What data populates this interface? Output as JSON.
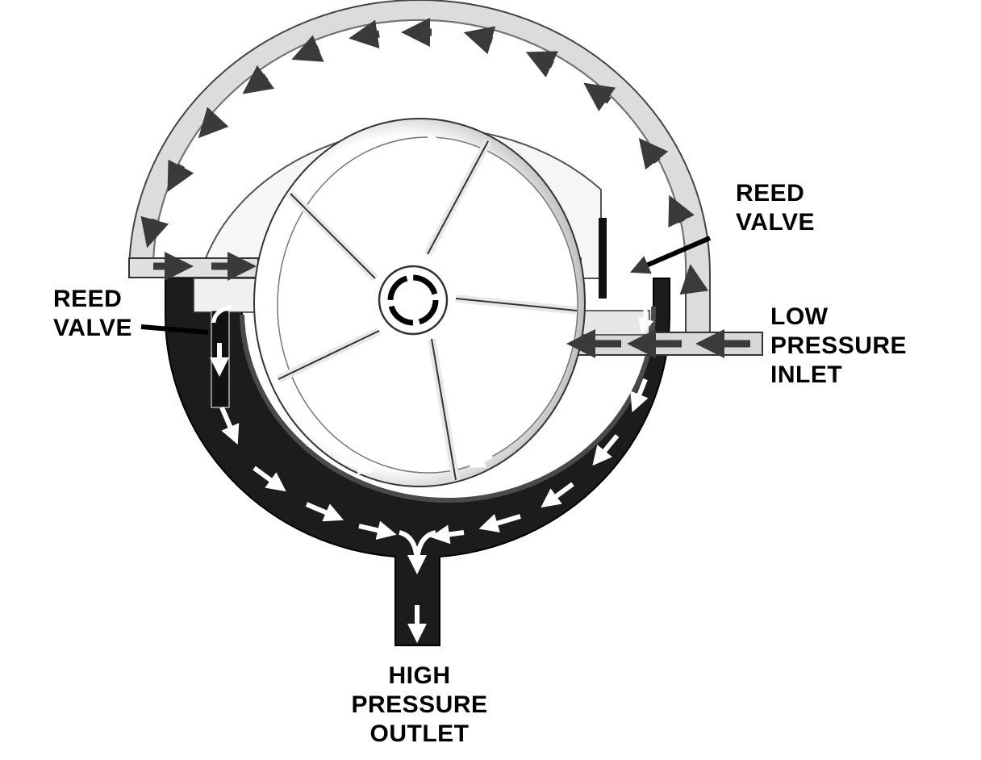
{
  "labels": {
    "reed_valve_right": [
      "REED",
      "VALVE"
    ],
    "reed_valve_left": [
      "REED",
      "VALVE"
    ],
    "low_pressure_inlet": [
      "LOW",
      "PRESSURE",
      "INLET"
    ],
    "high_pressure_outlet": [
      "HIGH",
      "PRESSURE",
      "OUTLET"
    ]
  },
  "colors": {
    "high_pressure": "#1c1c1c",
    "low_pressure": "#cfcfcf",
    "housing": "#f4f4f4",
    "rotor": "#ffffff",
    "rotor_shade": "#8c8c8c",
    "arrow": "#ffffff",
    "arrow_low": "#3a3a3a"
  }
}
